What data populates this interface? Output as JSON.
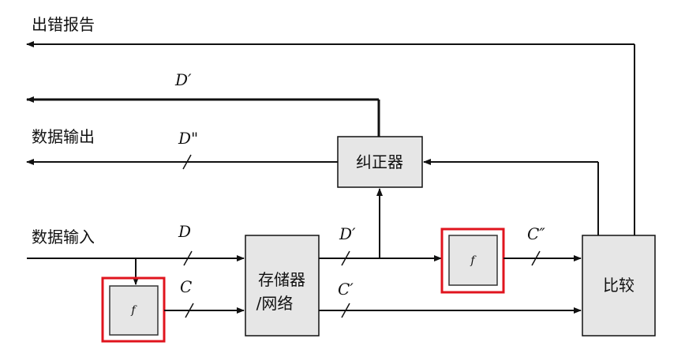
{
  "labels": {
    "error_report": "出错报告",
    "data_output": "数据输出",
    "data_input": "数据输入",
    "corrector": "纠正器",
    "storage_line1": "存储器",
    "storage_line2": "/网络",
    "compare": "比较",
    "f": "f"
  },
  "signals": {
    "D_prime_top": "D′",
    "D_dbl": "D\"",
    "D": "D",
    "D_prime_mid": "D′",
    "C": "C",
    "C_prime": "C′",
    "C_dbl": "C″"
  },
  "colors": {
    "block_fill": "#e6e6e6",
    "highlight": "#e0141e",
    "line": "#111111"
  }
}
